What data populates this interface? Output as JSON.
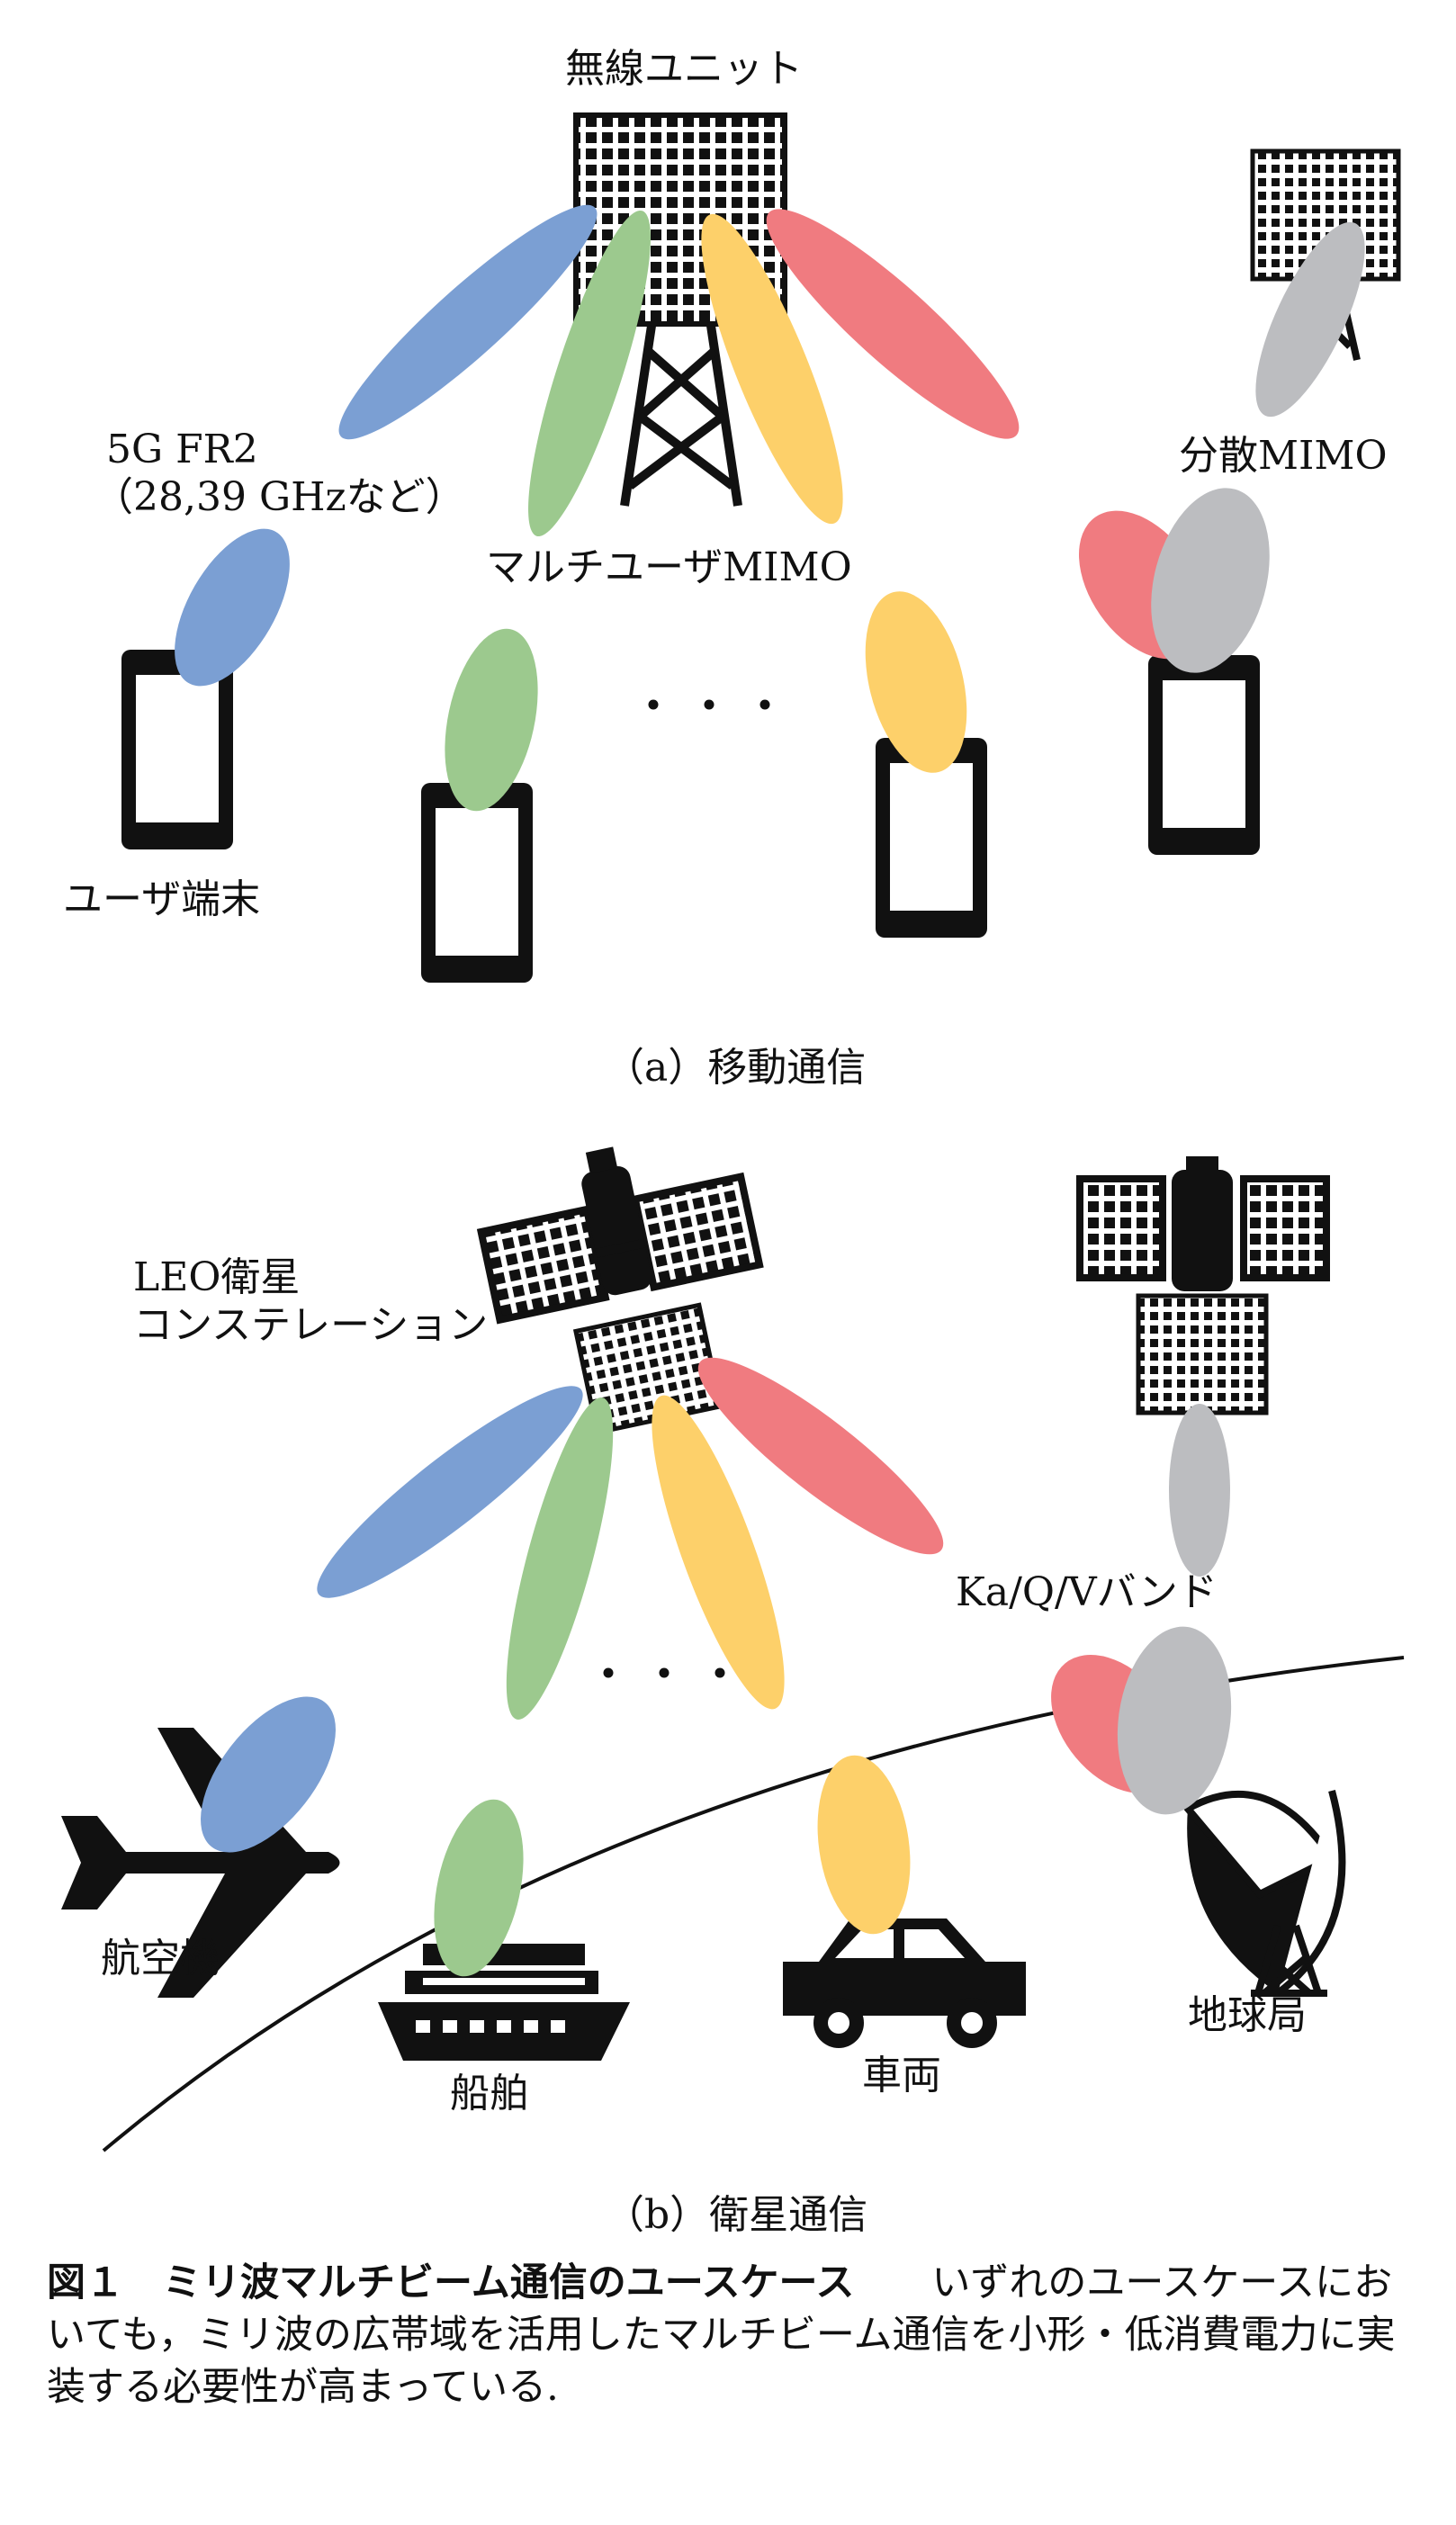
{
  "colors": {
    "blue": "#7b9fd3",
    "green": "#9cc98e",
    "yellow": "#fdd06a",
    "red": "#f07b80",
    "gray": "#bcbdc0",
    "black": "#111111"
  },
  "panel_a": {
    "label_wireless_unit": "無線ユニット",
    "label_5g_line1": "5G FR2",
    "label_5g_line2": "（28,39 GHzなど）",
    "label_mu_mimo": "マルチユーザMIMO",
    "label_dist_mimo": "分散MIMO",
    "label_user_terminal": "ユーザ端末",
    "ellipsis": "・・・",
    "caption": "（a）移動通信"
  },
  "panel_b": {
    "label_leo_line1": "LEO衛星",
    "label_leo_line2": "コンステレーション",
    "label_band": "Ka/Q/Vバンド",
    "label_aircraft": "航空機",
    "label_ship": "船舶",
    "label_vehicle": "車両",
    "label_ground_station": "地球局",
    "ellipsis": "・・・",
    "caption": "（b）衛星通信"
  },
  "figure_caption": {
    "heading": "図１　ミリ波マルチビーム通信のユースケース",
    "body": "　　いずれのユースケースにおいても，ミリ波の広帯域を活用したマルチビーム通信を小形・低消費電力に実装する必要性が高まっている."
  }
}
